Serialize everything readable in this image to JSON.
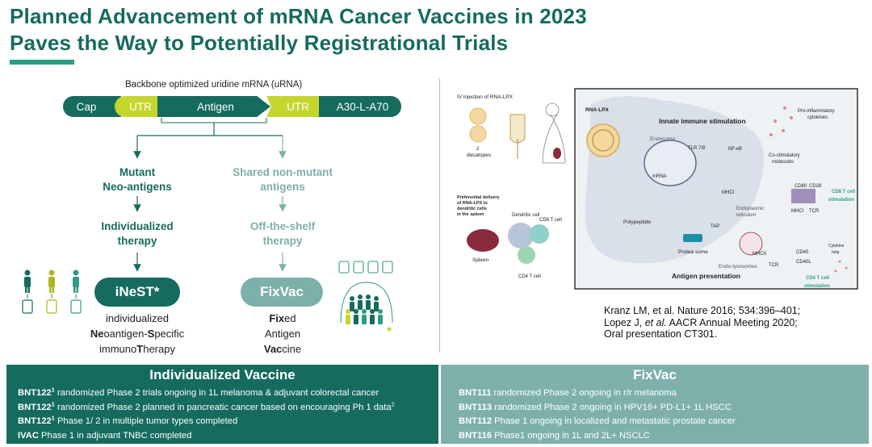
{
  "title": {
    "line1": "Planned Advancement of mRNA Cancer Vaccines in 2023",
    "line2": "Paves the Way to Potentially Registrational Trials"
  },
  "construct": {
    "label": "Backbone optimized uridine mRNA (uRNA)",
    "segments": {
      "cap": "Cap",
      "utr1": "UTR",
      "antigen": "Antigen",
      "utr2": "UTR",
      "tail": "A30-L-A70"
    }
  },
  "left_branch": {
    "antigen_type_l1": "Mutant",
    "antigen_type_l2": "Neo-antigens",
    "therapy_l1": "Individualized",
    "therapy_l2": "therapy",
    "product": "iNeST*",
    "desc_l1": "individualized",
    "desc_l2_b1": "Ne",
    "desc_l2_r1": "oantigen-",
    "desc_l2_b2": "S",
    "desc_l2_r2": "pecific",
    "desc_l3_r1": "immuno",
    "desc_l3_b1": "T",
    "desc_l3_r2": "herapy"
  },
  "right_branch": {
    "antigen_type_l1": "Shared non-mutant",
    "antigen_type_l2": "antigens",
    "therapy_l1": "Off-the-shelf",
    "therapy_l2": "therapy",
    "product": "FixVac",
    "desc_l1_b": "Fix",
    "desc_l1_r": "ed",
    "desc_l2": "Antigen",
    "desc_l3_b": "Vac",
    "desc_l3_r": "cine"
  },
  "figure": {
    "iv_label": "IV injection of RNA-LPX",
    "decatopes": "2\ndecatopes",
    "rna_lpx": "RNA-LPX",
    "innate": "Innate immune stimulation",
    "endosome": "Endosome",
    "tlr": "TLR 7/8",
    "nfkb": "NF-κB",
    "mrna": "mRNA",
    "proinflam": "Pro-inflammatory\ncytokines",
    "costim": "Co-stimulatory\nmolecules",
    "mhci": "MHCI",
    "cd80": "CD80",
    "cd28": "CD28",
    "mhci2": "MHCI",
    "tcr": "TCR",
    "cd8stim": "CD8 T cell\nstimulation",
    "er": "Endoplasmic\nreticulum",
    "polypeptide": "Polypeptide",
    "tap": "TAP",
    "proteasome": "Protea some",
    "mhcii": "MHCII",
    "tcr2": "TCR",
    "cd40": "CD40",
    "cd40l": "CD40L",
    "cytokine_help": "Cytokine\nhelp",
    "endolyso": "Endo-lysosomes",
    "antigen_pres": "Antigen presentation",
    "cd4stim": "CD4 T cell\nstimulation",
    "pref": "Preferential delivery\nof RNA-LPX to\ndendritic cells\nin the spleen",
    "spleen": "Spleen",
    "dendritic": "Dendritic cell",
    "cd8": "CD8 T cell",
    "cd4": "CD4 T cell"
  },
  "references": {
    "line1": "Kranz LM, et al. Nature 2016; 534:396–401;",
    "line2_a": "Lopez J, ",
    "line2_i": "et al.",
    "line2_b": " AACR Annual Meeting 2020;",
    "line3": "Oral presentation CT301."
  },
  "individualized_vaccine": {
    "title": "Individualized Vaccine",
    "items": [
      {
        "name": "BNT122",
        "sup": "1",
        "text": " randomized Phase 2 trials ongoing in 1L melanoma & adjuvant colorectal cancer",
        "sup2": ""
      },
      {
        "name": "BNT122",
        "sup": "1",
        "text": " randomized Phase 2 planned in pancreatic cancer based on encouraging Ph 1 data",
        "sup2": "2"
      },
      {
        "name": "BNT122",
        "sup": "1",
        "text": " Phase 1/ 2 in multiple tumor types completed",
        "sup2": ""
      },
      {
        "name": "IVAC",
        "sup": "",
        "text": " Phase 1 in adjuvant TNBC completed",
        "sup2": ""
      }
    ]
  },
  "fixvac": {
    "title": "FixVac",
    "items": [
      {
        "name": "BNT111",
        "text": " randomized Phase 2 ongoing in r/r melanoma"
      },
      {
        "name": "BNT113",
        "text": " randomized Phase 2 ongoing in HPV16+ PD-L1+ 1L HSCC"
      },
      {
        "name": "BNT112",
        "text": " Phase 1 ongoing in localized and metastatic prostate cancer"
      },
      {
        "name": "BNT116",
        "text": " Phase1 ongoing in 1L and 2L+ NSCLC"
      }
    ]
  },
  "colors": {
    "dark_teal": "#156b5e",
    "light_teal": "#7eb0ab",
    "lime": "#c4d62e",
    "accent": "#2e9c83"
  }
}
